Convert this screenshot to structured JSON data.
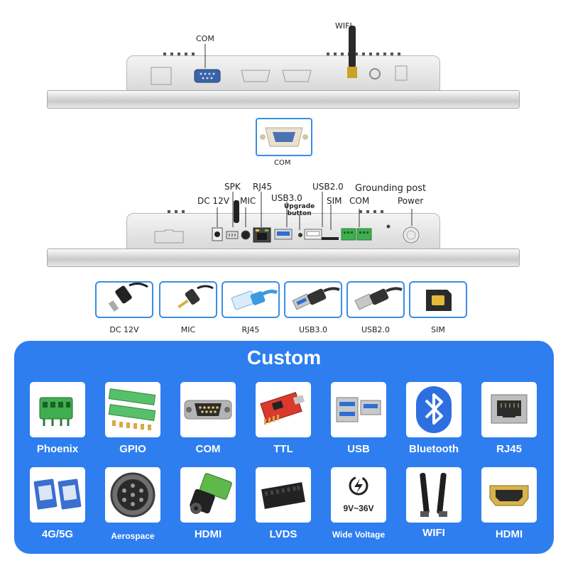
{
  "top_view": {
    "label_com": "COM",
    "label_wifi": "WIFI",
    "inset_label": "COM"
  },
  "side_view": {
    "label_spk": "SPK",
    "label_rj45": "RJ45",
    "label_usb2": "USB2.0",
    "label_grounding": "Grounding post",
    "label_dc12v": "DC 12V",
    "label_mic": "MIC",
    "label_usb3": "USB3.0",
    "label_upgrade_1": "Upgrade",
    "label_upgrade_2": "button",
    "label_sim": "SIM",
    "label_com": "COM",
    "label_power": "Power"
  },
  "connectors": [
    {
      "label": "DC 12V",
      "icon": "dc-plug-icon"
    },
    {
      "label": "MIC",
      "icon": "audio-jack-icon"
    },
    {
      "label": "RJ45",
      "icon": "ethernet-cable-icon"
    },
    {
      "label": "USB3.0",
      "icon": "usb3-cable-icon"
    },
    {
      "label": "USB2.0",
      "icon": "usb2-cable-icon"
    },
    {
      "label": "SIM",
      "icon": "sim-card-icon"
    }
  ],
  "custom": {
    "title": "Custom",
    "options": [
      {
        "label": "Phoenix",
        "icon": "phoenix-terminal-icon"
      },
      {
        "label": "GPIO",
        "icon": "gpio-terminal-icon"
      },
      {
        "label": "COM",
        "icon": "db9-connector-icon"
      },
      {
        "label": "TTL",
        "icon": "ttl-module-icon"
      },
      {
        "label": "USB",
        "icon": "usb-port-icon"
      },
      {
        "label": "Bluetooth",
        "icon": "bluetooth-icon"
      },
      {
        "label": "RJ45",
        "icon": "rj45-jack-icon"
      },
      {
        "label": "4G/5G",
        "icon": "cellular-module-icon"
      },
      {
        "label": "Aerospace",
        "icon": "aviation-connector-icon"
      },
      {
        "label": "HDMI",
        "icon": "dc-power-adapter-icon"
      },
      {
        "label": "LVDS",
        "icon": "lvds-connector-icon"
      },
      {
        "label": "Wide Voltage",
        "icon": "wide-voltage-icon",
        "badge": "9V~36V"
      },
      {
        "label": "WIFI",
        "icon": "antenna-icon"
      },
      {
        "label": "HDMI",
        "icon": "hdmi-port-icon"
      }
    ]
  }
}
